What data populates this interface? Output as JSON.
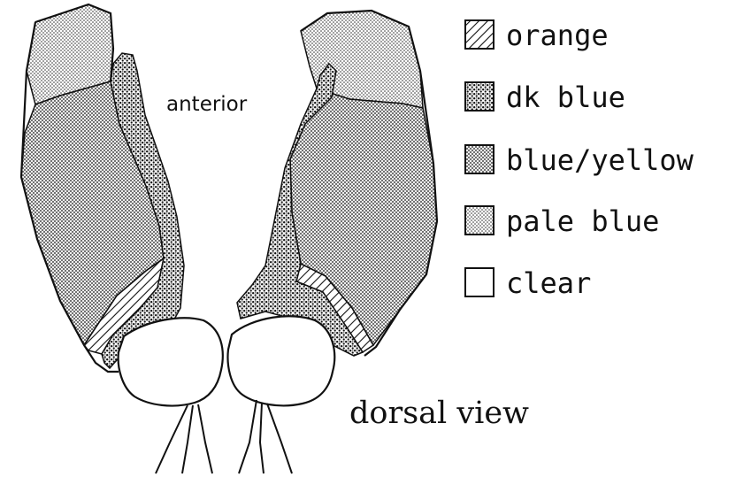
{
  "diagram": {
    "anterior_label": "anterior",
    "caption": "dorsal view"
  },
  "legend": [
    {
      "key": "orange",
      "label": "orange",
      "pattern": "hatch"
    },
    {
      "key": "dk-blue",
      "label": "dk blue",
      "pattern": "dense-stipple"
    },
    {
      "key": "blue-yellow",
      "label": "blue/yellow",
      "pattern": "crosshatch"
    },
    {
      "key": "pale-blue",
      "label": "pale blue",
      "pattern": "light-dots"
    },
    {
      "key": "clear",
      "label": "clear",
      "pattern": "none"
    }
  ],
  "colors": {
    "ink": "#111111",
    "background": "#ffffff"
  }
}
